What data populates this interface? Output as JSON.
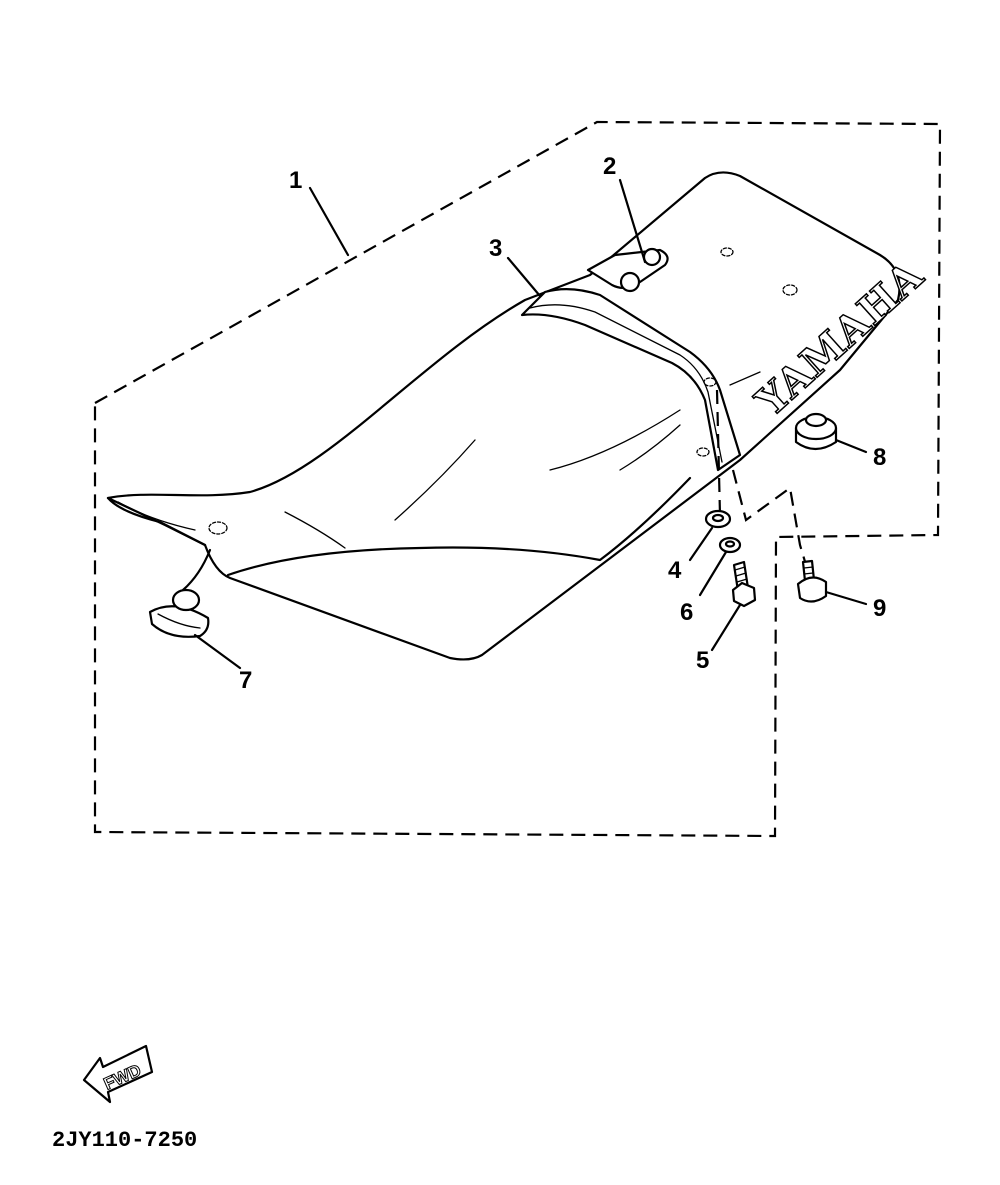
{
  "callouts": [
    {
      "id": "1",
      "text": "1"
    },
    {
      "id": "2",
      "text": "2"
    },
    {
      "id": "3",
      "text": "3"
    },
    {
      "id": "4",
      "text": "4"
    },
    {
      "id": "5",
      "text": "5"
    },
    {
      "id": "6",
      "text": "6"
    },
    {
      "id": "7",
      "text": "7"
    },
    {
      "id": "8",
      "text": "8"
    },
    {
      "id": "9",
      "text": "9"
    }
  ],
  "brand": "YAMAHA",
  "fwd_label": "FWD",
  "diagram_code": "2JY110-7250"
}
